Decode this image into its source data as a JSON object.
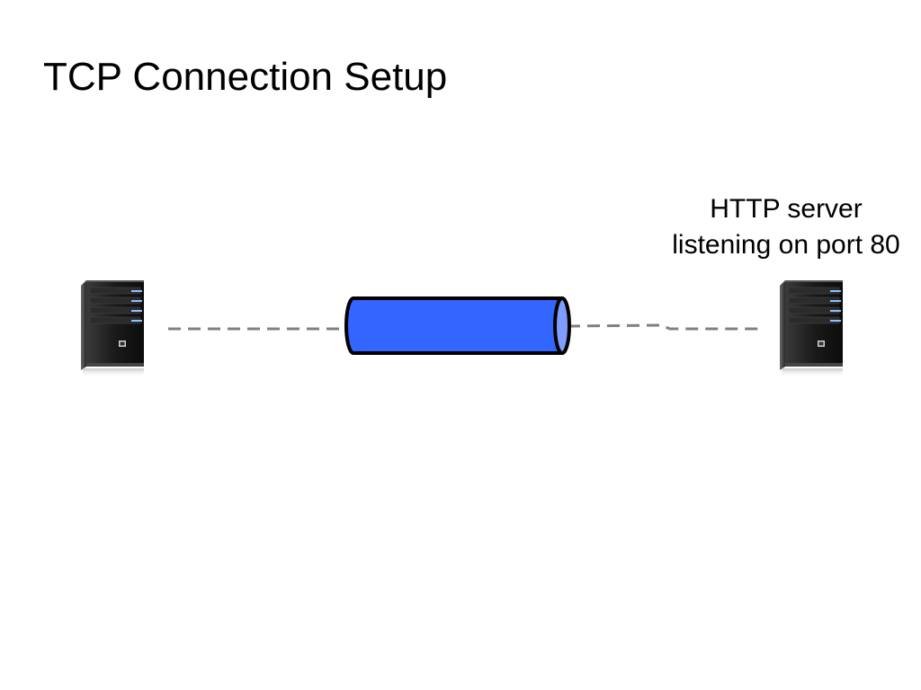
{
  "slide": {
    "title": "TCP Connection Setup"
  },
  "server": {
    "caption_line1": "HTTP server",
    "caption_line2": "listening on port 80",
    "icon": "tower-server-icon"
  },
  "client": {
    "icon": "tower-server-icon"
  },
  "connection": {
    "icon": "pipe-cylinder-icon",
    "color": "#3366ff",
    "end_color": "#7f9cff",
    "link_style": "dashed",
    "link_color": "#808080"
  }
}
